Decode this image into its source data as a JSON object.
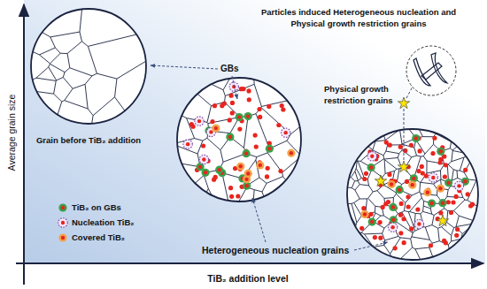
{
  "diagram": {
    "title": "Particles induced Heterogeneous nucleation and Physical growth restriction grains",
    "nodes": [
      {
        "text": [
          "Grain before TiB₂ addition"
        ]
      }
    ],
    "labels": [
      "GBs",
      "Physical growth restriction grains",
      "Heterogeneous nucleation grains",
      "Average grain size",
      "TiB₂ addition level"
    ],
    "legend": [
      {
        "text": "TiB₂ on GBs"
      },
      {
        "text": "Nucleation TiB₂"
      },
      {
        "text": "Covered TiB₂"
      }
    ]
  }
}
